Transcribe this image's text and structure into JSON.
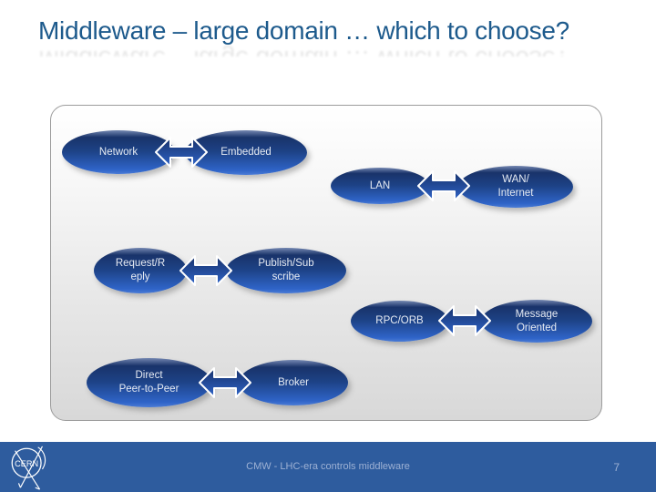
{
  "slide": {
    "title": "Middleware – large domain … which to choose?",
    "diagram": {
      "pairs": [
        {
          "left": "Network",
          "right": "Embedded"
        },
        {
          "left": "LAN",
          "right": "WAN/\nInternet"
        },
        {
          "left": "Request/R\neply",
          "right": "Publish/Sub\nscribe"
        },
        {
          "left": "RPC/ORB",
          "right": "Message\nOriented"
        },
        {
          "left": "Direct\nPeer-to-Peer",
          "right": "Broker"
        }
      ]
    },
    "footer": {
      "text": "CMW - LHC-era controls middleware",
      "page_number": "7",
      "logo_text": "CERN"
    },
    "colors": {
      "title_text": "#1d5a8c",
      "ellipse_gradient_top": "#19336a",
      "ellipse_gradient_bottom": "#2f64c8",
      "ellipse_text": "#e6ebf3",
      "panel_border": "#9c9c9c",
      "footer_bar": "#2e5c9e",
      "footer_text": "#9db1d4"
    }
  }
}
